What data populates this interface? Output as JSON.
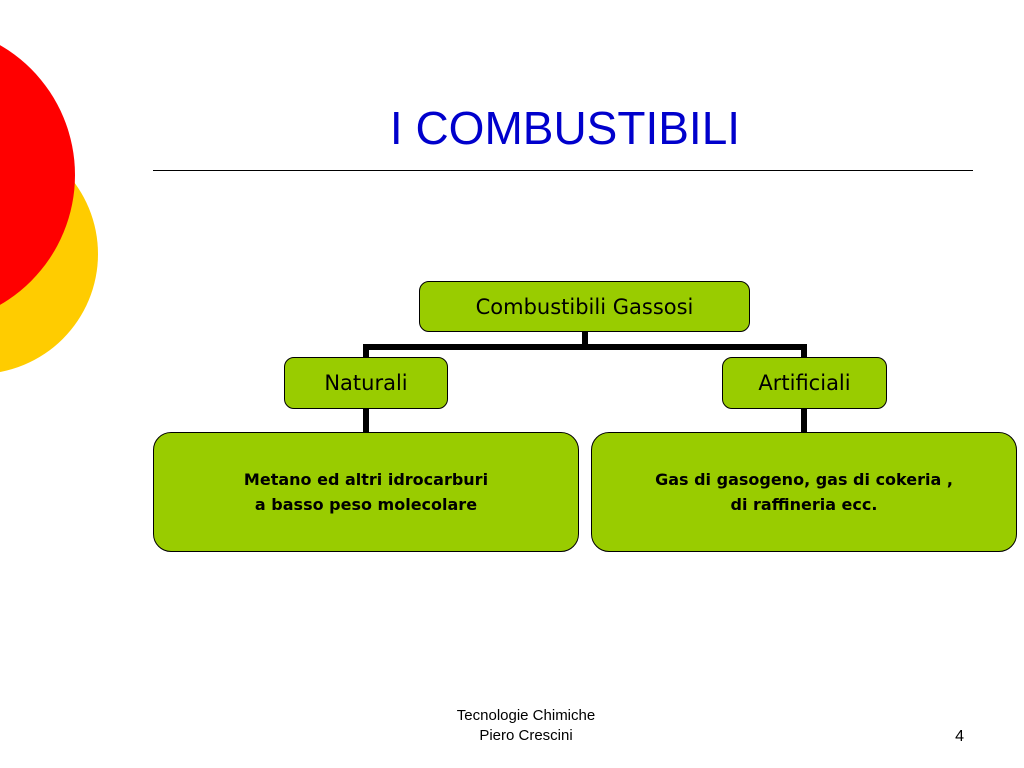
{
  "slide": {
    "title": "I COMBUSTIBILI",
    "page_number": "4",
    "footer": {
      "line1": "Tecnologie Chimiche",
      "line2": "Piero Crescini"
    }
  },
  "colors": {
    "title": "#0000cc",
    "node_fill": "#99cc00",
    "connector": "#000000",
    "deco_red": "#ff0000",
    "deco_yellow": "#ffcc00"
  },
  "diagram": {
    "root": {
      "label": "Combustibili Gassosi"
    },
    "branches": [
      {
        "label": "Naturali",
        "detail": "Metano ed altri idrocarburi\na basso peso molecolare"
      },
      {
        "label": "Artificiali",
        "detail": "Gas di gasogeno, gas di cokeria ,\ndi raffineria ecc."
      }
    ]
  }
}
